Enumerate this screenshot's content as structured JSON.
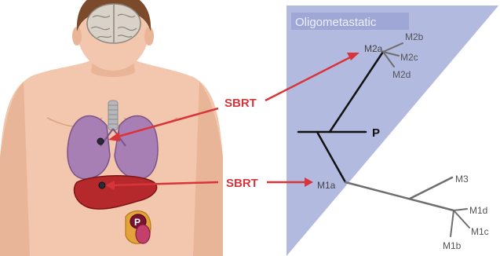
{
  "panel": {
    "header": "Oligometastatic",
    "header_color": "#9fa8d6",
    "triangle_color": "#b3badf"
  },
  "arrows": {
    "label_top": "SBRT",
    "label_bottom": "SBRT",
    "color": "#d8353a"
  },
  "tree": {
    "nodes": {
      "p": "P",
      "m1a": "M1a",
      "m2a": "M2a",
      "m2b": "M2b",
      "m2c": "M2c",
      "m2d": "M2d",
      "m3": "M3",
      "m1b": "M1b",
      "m1c": "M1c",
      "m1d": "M1d"
    },
    "branch_color_dark": "#111111",
    "branch_color_grey": "#6e6e6e"
  },
  "anatomy": {
    "primary_tumor_label": "P",
    "skin_color": "#f2c7ad",
    "lung_color": "#a87fb4",
    "liver_color": "#b5282b",
    "brain_color": "#d9d2c8"
  }
}
